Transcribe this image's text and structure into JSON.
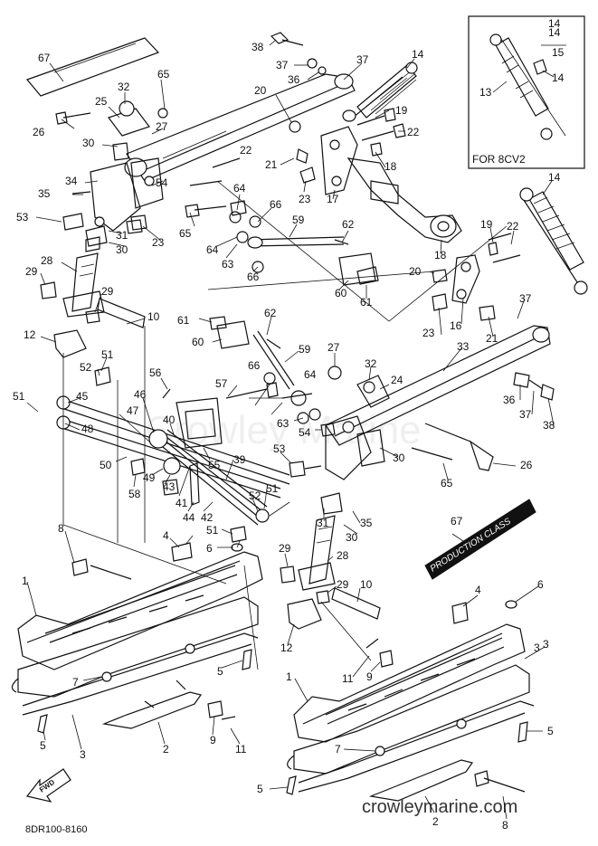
{
  "diagram": {
    "inset_title": "FOR 8CV2",
    "inset_fraction_top": "14",
    "inset_fraction_bottom": "15",
    "decal_text": "PRODUCTION CLASS",
    "fwd_label": "FWD",
    "footer_code": "8DR100-8160",
    "brand": "crowleymarine.com",
    "watermark": "Crowley Marine"
  },
  "callouts": [
    {
      "id": "c67a",
      "label": "67"
    },
    {
      "id": "c38a",
      "label": "38"
    },
    {
      "id": "c37a",
      "label": "37"
    },
    {
      "id": "c37b",
      "label": "37"
    },
    {
      "id": "c36a",
      "label": "36"
    },
    {
      "id": "c14a",
      "label": "14"
    },
    {
      "id": "c65a",
      "label": "65"
    },
    {
      "id": "c32a",
      "label": "32"
    },
    {
      "id": "c25",
      "label": "25"
    },
    {
      "id": "c26a",
      "label": "26"
    },
    {
      "id": "c27a",
      "label": "27"
    },
    {
      "id": "c20a",
      "label": "20"
    },
    {
      "id": "c19a",
      "label": "19"
    },
    {
      "id": "c22a",
      "label": "22"
    },
    {
      "id": "c30a",
      "label": "30"
    },
    {
      "id": "c22b",
      "label": "22"
    },
    {
      "id": "c21a",
      "label": "21"
    },
    {
      "id": "c18a",
      "label": "18"
    },
    {
      "id": "c34",
      "label": "34"
    },
    {
      "id": "c54a",
      "label": "54"
    },
    {
      "id": "c23a",
      "label": "23"
    },
    {
      "id": "c17",
      "label": "17"
    },
    {
      "id": "c35a",
      "label": "35"
    },
    {
      "id": "c64a",
      "label": "64"
    },
    {
      "id": "c66a",
      "label": "66"
    },
    {
      "id": "c53a",
      "label": "53"
    },
    {
      "id": "c31a",
      "label": "31"
    },
    {
      "id": "c65b",
      "label": "65"
    },
    {
      "id": "c64b",
      "label": "64"
    },
    {
      "id": "c59a",
      "label": "59"
    },
    {
      "id": "c62a",
      "label": "62"
    },
    {
      "id": "c30b",
      "label": "30"
    },
    {
      "id": "c23b",
      "label": "23"
    },
    {
      "id": "c63a",
      "label": "63"
    },
    {
      "id": "c66b",
      "label": "66"
    },
    {
      "id": "c28a",
      "label": "28"
    },
    {
      "id": "c29a",
      "label": "29"
    },
    {
      "id": "c29b",
      "label": "29"
    },
    {
      "id": "c18b",
      "label": "18"
    },
    {
      "id": "c20b",
      "label": "20"
    },
    {
      "id": "c19b",
      "label": "19"
    },
    {
      "id": "c22c",
      "label": "22"
    },
    {
      "id": "c14b",
      "label": "14"
    },
    {
      "id": "c60a",
      "label": "60"
    },
    {
      "id": "c61a",
      "label": "61"
    },
    {
      "id": "c10a",
      "label": "10"
    },
    {
      "id": "c61b",
      "label": "61"
    },
    {
      "id": "c62b",
      "label": "62"
    },
    {
      "id": "c12a",
      "label": "12"
    },
    {
      "id": "c60b",
      "label": "60"
    },
    {
      "id": "c51a",
      "label": "51"
    },
    {
      "id": "c52a",
      "label": "52"
    },
    {
      "id": "c59b",
      "label": "59"
    },
    {
      "id": "c27b",
      "label": "27"
    },
    {
      "id": "c32b",
      "label": "32"
    },
    {
      "id": "c24",
      "label": "24"
    },
    {
      "id": "c56",
      "label": "56"
    },
    {
      "id": "c51b",
      "label": "51"
    },
    {
      "id": "c45",
      "label": "45"
    },
    {
      "id": "c57",
      "label": "57"
    },
    {
      "id": "c66c",
      "label": "66"
    },
    {
      "id": "c64c",
      "label": "64"
    },
    {
      "id": "c46",
      "label": "46"
    },
    {
      "id": "c47",
      "label": "47"
    },
    {
      "id": "c40",
      "label": "40"
    },
    {
      "id": "c63b",
      "label": "63"
    },
    {
      "id": "c54b",
      "label": "54"
    },
    {
      "id": "c48",
      "label": "48"
    },
    {
      "id": "c50",
      "label": "50"
    },
    {
      "id": "c53b",
      "label": "53"
    },
    {
      "id": "c55",
      "label": "55"
    },
    {
      "id": "c49",
      "label": "49"
    },
    {
      "id": "c39",
      "label": "39"
    },
    {
      "id": "c58",
      "label": "58"
    },
    {
      "id": "c43",
      "label": "43"
    },
    {
      "id": "c41",
      "label": "41"
    },
    {
      "id": "c44",
      "label": "44"
    },
    {
      "id": "c42",
      "label": "42"
    },
    {
      "id": "c52b",
      "label": "52"
    },
    {
      "id": "c51c",
      "label": "51"
    },
    {
      "id": "c51d",
      "label": "51"
    },
    {
      "id": "c6a",
      "label": "6"
    },
    {
      "id": "c4a",
      "label": "4"
    },
    {
      "id": "c8a",
      "label": "8"
    },
    {
      "id": "c1a",
      "label": "1"
    },
    {
      "id": "c33",
      "label": "33"
    },
    {
      "id": "c16",
      "label": "16"
    },
    {
      "id": "c23c",
      "label": "23"
    },
    {
      "id": "c21b",
      "label": "21"
    },
    {
      "id": "c37c",
      "label": "37"
    },
    {
      "id": "c36b",
      "label": "36"
    },
    {
      "id": "c37d",
      "label": "37"
    },
    {
      "id": "c38b",
      "label": "38"
    },
    {
      "id": "c30c",
      "label": "30"
    },
    {
      "id": "c65c",
      "label": "65"
    },
    {
      "id": "c26b",
      "label": "26"
    },
    {
      "id": "c31b",
      "label": "31"
    },
    {
      "id": "c35b",
      "label": "35"
    },
    {
      "id": "c30d",
      "label": "30"
    },
    {
      "id": "c28b",
      "label": "28"
    },
    {
      "id": "c29c",
      "label": "29"
    },
    {
      "id": "c29d",
      "label": "29"
    },
    {
      "id": "c10b",
      "label": "10"
    },
    {
      "id": "c12b",
      "label": "12"
    },
    {
      "id": "c67b",
      "label": "67"
    },
    {
      "id": "c4b",
      "label": "4"
    },
    {
      "id": "c6b",
      "label": "6"
    },
    {
      "id": "c3a",
      "label": "3"
    },
    {
      "id": "c7a",
      "label": "7"
    },
    {
      "id": "c5a",
      "label": "5"
    },
    {
      "id": "c5b",
      "label": "5"
    },
    {
      "id": "c3b",
      "label": "3"
    },
    {
      "id": "c2a",
      "label": "2"
    },
    {
      "id": "c9a",
      "label": "9"
    },
    {
      "id": "c11a",
      "label": "11"
    },
    {
      "id": "c11b",
      "label": "11"
    },
    {
      "id": "c9b",
      "label": "9"
    },
    {
      "id": "c1b",
      "label": "1"
    },
    {
      "id": "c7b",
      "label": "7"
    },
    {
      "id": "c5c",
      "label": "5"
    },
    {
      "id": "c5d",
      "label": "5"
    },
    {
      "id": "c2b",
      "label": "2"
    },
    {
      "id": "c8b",
      "label": "8"
    },
    {
      "id": "c3c",
      "label": "3"
    },
    {
      "id": "c13",
      "label": "13"
    },
    {
      "id": "c14c",
      "label": "14"
    },
    {
      "id": "c14d",
      "label": "14"
    }
  ]
}
